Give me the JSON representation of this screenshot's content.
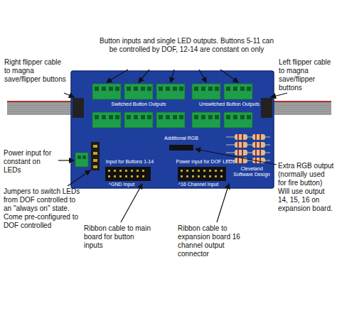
{
  "diagram": {
    "nodes": [
      {
        "text": [
          "Switched Button Outputs",
          "Unswitched Button Outputs",
          "Additional RGB",
          "Input for Buttons 1-14",
          "Power input for DOF LEDs",
          "^GND Input",
          "^16 Channel Input",
          "Cleveland Software Design"
        ]
      }
    ],
    "labels": [
      "Button inputs and single LED outputs. Buttons 5-11 can be controlled by DOF, 12-14 are constant on only",
      "Right flipper cable to magna save/flipper buttons",
      "Left flipper cable to magna save/flipper buttons",
      "Power input for constant on LEDs",
      "Jumpers to switch LEDs from DOF controlled to an \"always on\" state. Come pre-configured to DOF controlled",
      "Extra RGB output (normally used for fire button) Will use output 14, 15, 16 on expansion board.",
      "Ribbon cable to main board for button inputs",
      "Ribbon cable to expansion board 16 channel output connector"
    ]
  }
}
